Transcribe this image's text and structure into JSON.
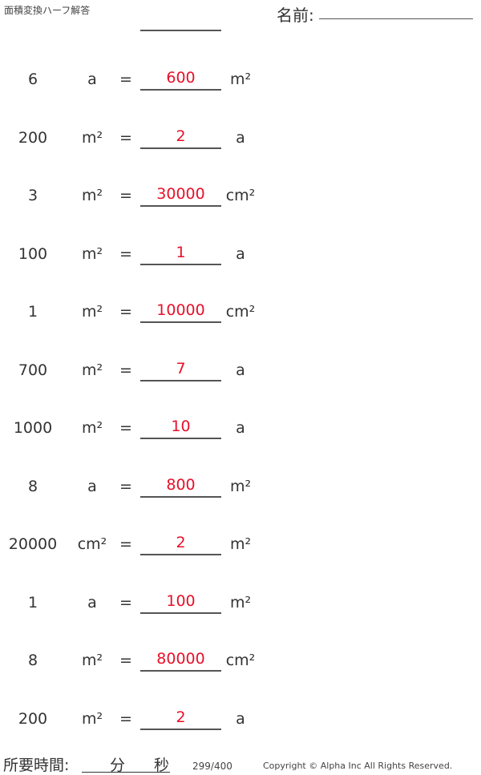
{
  "header": {
    "title": "面積変換ハーフ解答",
    "name_label": "名前:"
  },
  "rows": [
    {
      "value": "6",
      "from": "a",
      "eq": "=",
      "answer": "600",
      "to": "m²"
    },
    {
      "value": "200",
      "from": "m²",
      "eq": "=",
      "answer": "2",
      "to": "a"
    },
    {
      "value": "3",
      "from": "m²",
      "eq": "=",
      "answer": "30000",
      "to": "cm²"
    },
    {
      "value": "100",
      "from": "m²",
      "eq": "=",
      "answer": "1",
      "to": "a"
    },
    {
      "value": "1",
      "from": "m²",
      "eq": "=",
      "answer": "10000",
      "to": "cm²"
    },
    {
      "value": "700",
      "from": "m²",
      "eq": "=",
      "answer": "7",
      "to": "a"
    },
    {
      "value": "1000",
      "from": "m²",
      "eq": "=",
      "answer": "10",
      "to": "a"
    },
    {
      "value": "8",
      "from": "a",
      "eq": "=",
      "answer": "800",
      "to": "m²"
    },
    {
      "value": "20000",
      "from": "cm²",
      "eq": "=",
      "answer": "2",
      "to": "m²"
    },
    {
      "value": "1",
      "from": "a",
      "eq": "=",
      "answer": "100",
      "to": "m²"
    },
    {
      "value": "8",
      "from": "m²",
      "eq": "=",
      "answer": "80000",
      "to": "cm²"
    },
    {
      "value": "200",
      "from": "m²",
      "eq": "=",
      "answer": "2",
      "to": "a"
    }
  ],
  "footer": {
    "time_label": "所要時間:",
    "minutes": "分",
    "seconds": "秒",
    "page": "299/400",
    "copyright": "Copyright © Alpha Inc All Rights Reserved."
  }
}
